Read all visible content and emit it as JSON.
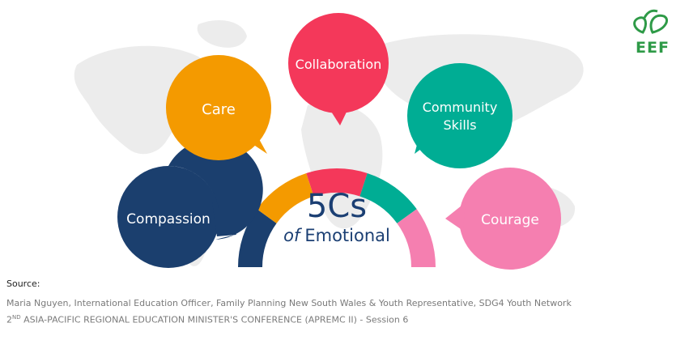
{
  "logo": {
    "text": "EEF",
    "color": "#2e9a47"
  },
  "center": {
    "title": "5Cs",
    "prefix": "of",
    "subtitle": "Emotional",
    "color": "#1b3f73"
  },
  "bubbles": [
    {
      "label": "Compassion",
      "color": "#1b3f6e"
    },
    {
      "label": "Care",
      "color": "#f49a00"
    },
    {
      "label": "Collaboration",
      "color": "#f4385a"
    },
    {
      "label": "Community",
      "label2": "Skills",
      "color": "#00ad94"
    },
    {
      "label": "Courage",
      "color": "#f57fb0"
    }
  ],
  "arc_colors": [
    "#1b3f6e",
    "#f49a00",
    "#f4385a",
    "#00ad94",
    "#f57fb0"
  ],
  "footer": {
    "source_label": "Source:",
    "credit": "Maria Nguyen, International Education Officer, Family Planning New South Wales & Youth Representative, SDG4 Youth Network",
    "conf_num": "2",
    "conf_sup": "ND",
    "conf_rest": " ASIA-PACIFIC REGIONAL EDUCATION MINISTER'S CONFERENCE (APREMC II) - Session 6"
  }
}
